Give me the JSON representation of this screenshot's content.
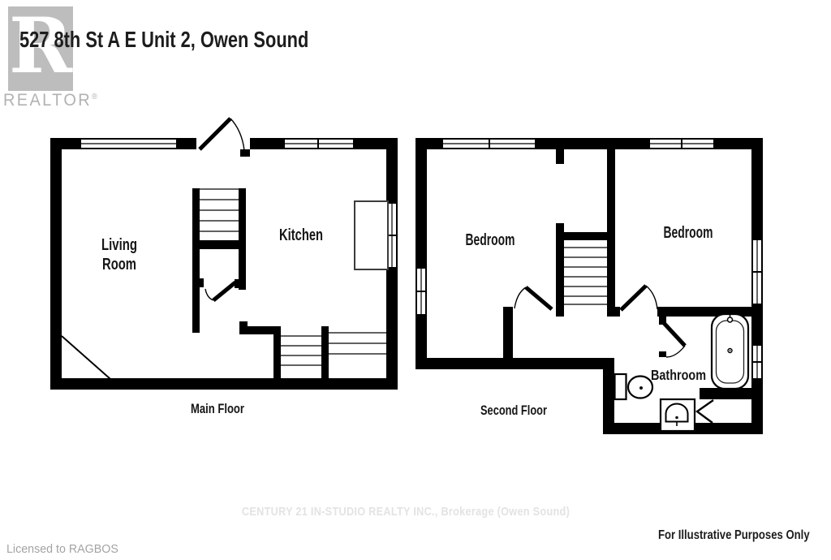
{
  "title": "527 8th St A E Unit 2, Owen Sound",
  "logo": {
    "letter": "R",
    "name": "REALTOR",
    "registered": "®"
  },
  "main_floor": {
    "label": "Main Floor",
    "rooms": {
      "living_line1": "Living",
      "living_line2": "Room",
      "kitchen": "Kitchen"
    }
  },
  "second_floor": {
    "label": "Second Floor",
    "rooms": {
      "bedroom_left": "Bedroom",
      "bedroom_right": "Bedroom",
      "bathroom": "Bathroom"
    }
  },
  "footer": {
    "watermark": "CENTURY 21 IN-STUDIO REALTY INC., Brokerage (Owen Sound)",
    "licensed_to": "Licensed to RAGBOS",
    "disclaimer": "For Illustrative Purposes Only"
  },
  "colors": {
    "wall": "#000000",
    "label_text": "#161616",
    "logo_gray": "#bdbdbd",
    "watermark_gray": "#e3e3e3",
    "licensed_gray": "#a3a3a3",
    "background": "#ffffff"
  }
}
